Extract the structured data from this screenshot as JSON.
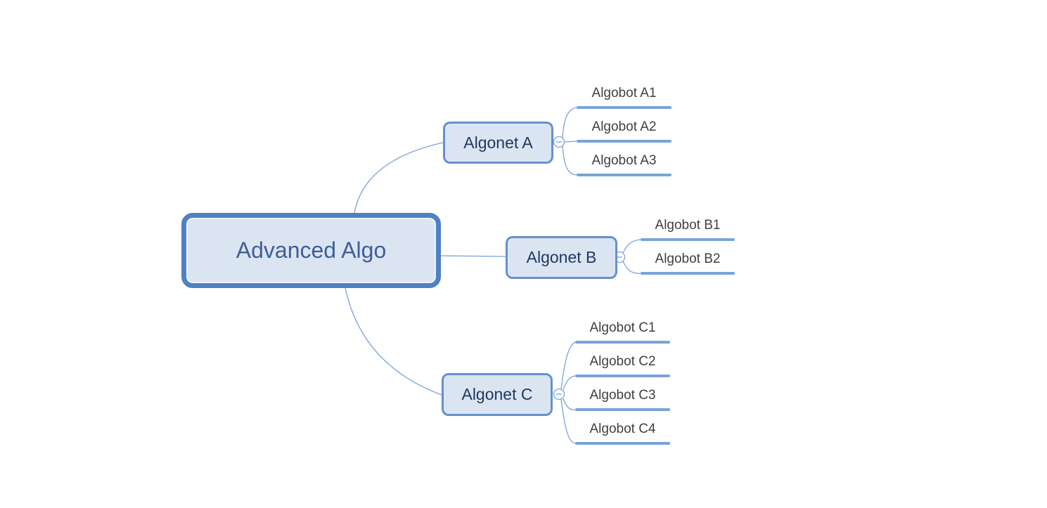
{
  "diagram": {
    "type": "mindmap",
    "root": {
      "label": "Advanced Algo"
    },
    "branches": [
      {
        "label": "Algonet A",
        "children": [
          "Algobot A1",
          "Algobot A2",
          "Algobot A3"
        ]
      },
      {
        "label": "Algonet B",
        "children": [
          "Algobot B1",
          "Algobot B2"
        ]
      },
      {
        "label": "Algonet C",
        "children": [
          "Algobot C1",
          "Algobot C2",
          "Algobot C3",
          "Algobot C4"
        ]
      }
    ],
    "collapse_icon": "minus-circle",
    "colors": {
      "background": "#ffffff",
      "root_border": "#4e81c4",
      "node_fill": "#dbe5f1",
      "branch_border": "#6591cd",
      "root_text": "#3f5e9a",
      "branch_text": "#1f3864",
      "leaf_text": "#3f3f3f",
      "connector_line": "#7aa3d8"
    }
  }
}
